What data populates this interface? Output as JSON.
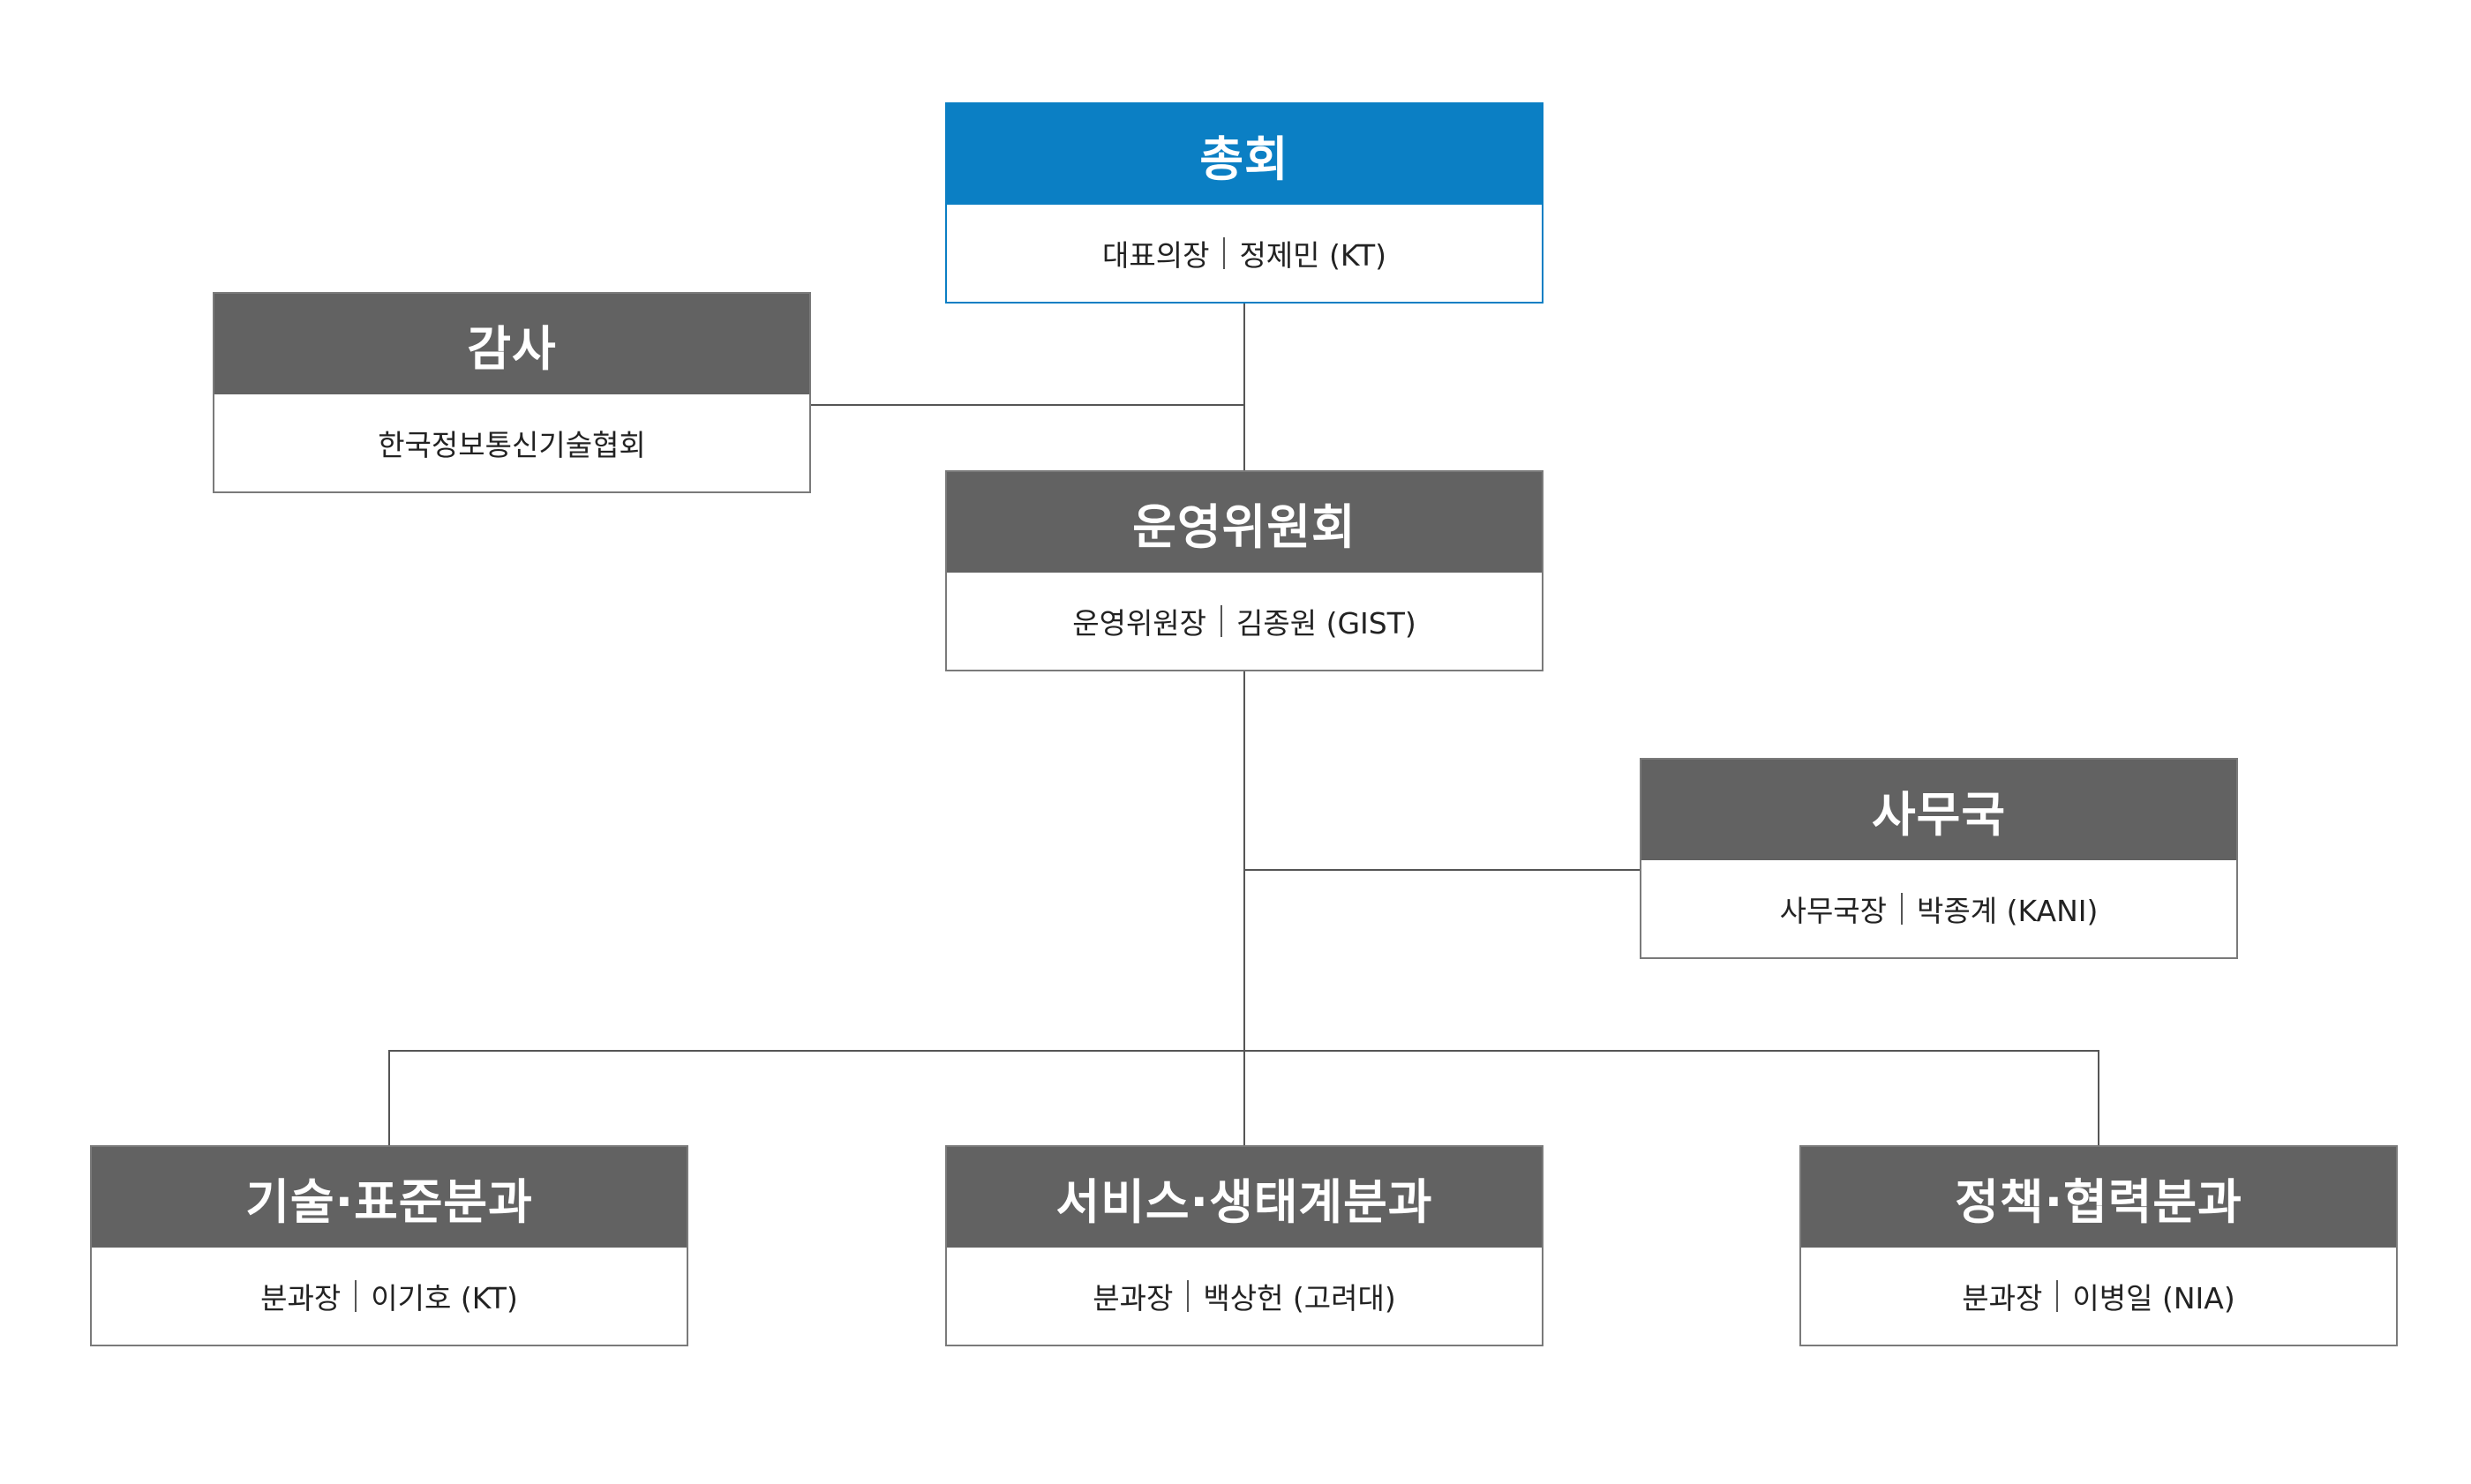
{
  "colors": {
    "primary": "#0b7fc4",
    "header_gray": "#626262",
    "line": "#555555",
    "border": "#7a7a7a"
  },
  "nodes": {
    "general_assembly": {
      "title": "총회",
      "role": "대표의장",
      "name": "정제민 (KT)"
    },
    "audit": {
      "title": "감사",
      "org": "한국정보통신기술협회"
    },
    "steering": {
      "title": "운영위원회",
      "role": "운영위원장",
      "name": "김종원 (GIST)"
    },
    "secretariat": {
      "title": "사무국",
      "role": "사무국장",
      "name": "박종계 (KANI)"
    },
    "tech_std": {
      "title": "기술·표준분과",
      "role": "분과장",
      "name": "이기호 (KT)"
    },
    "service_eco": {
      "title": "서비스·생태계분과",
      "role": "분과장",
      "name": "백상헌 (고려대)"
    },
    "policy_coop": {
      "title": "정책·협력분과",
      "role": "분과장",
      "name": "이병일 (NIA)"
    }
  }
}
